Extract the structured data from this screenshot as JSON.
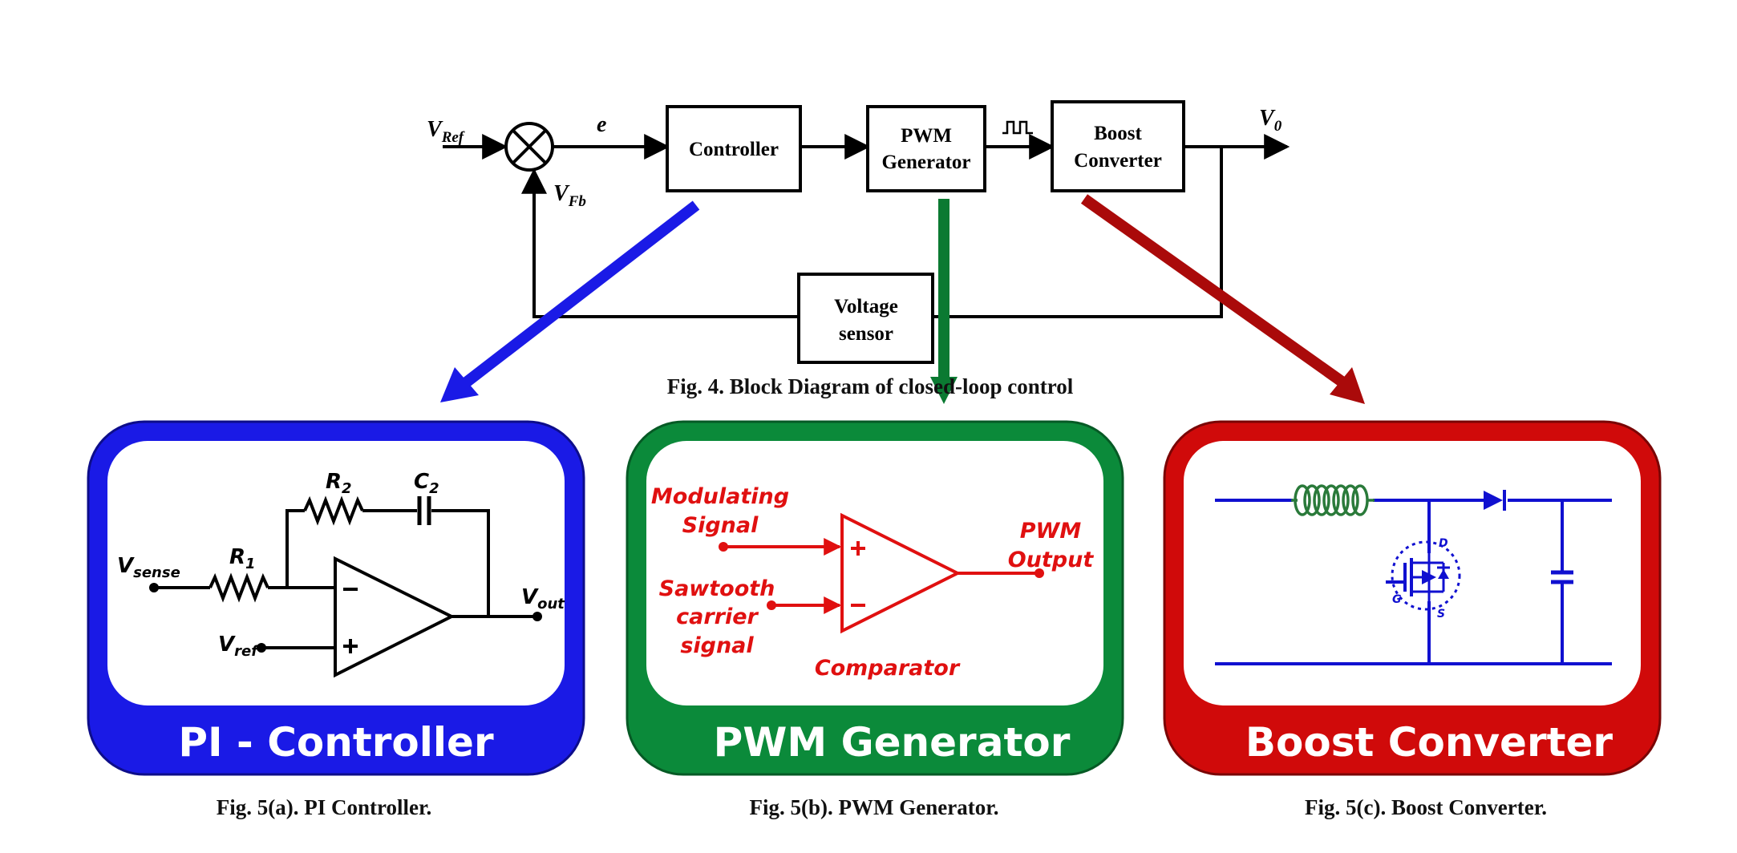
{
  "block_diagram": {
    "blocks": {
      "controller": "Controller",
      "pwm_line1": "PWM",
      "pwm_line2": "Generator",
      "boost_line1": "Boost",
      "boost_line2": "Converter",
      "sensor_line1": "Voltage",
      "sensor_line2": "sensor"
    },
    "signals": {
      "vref_main": "V",
      "vref_sub": "Ref",
      "error": "e",
      "vfb_main": "V",
      "vfb_sub": "Fb",
      "vout_main": "V",
      "vout_sub": "0"
    },
    "caption": "Fig. 4.  Block Diagram of closed-loop control"
  },
  "panels": [
    {
      "title": "PI - Controller",
      "color": "#1a1ae6",
      "caption": "Fig. 5(a). PI Controller.",
      "labels": {
        "r2_main": "R",
        "r2_sub": "2",
        "c2_main": "C",
        "c2_sub": "2",
        "r1_main": "R",
        "r1_sub": "1",
        "vsense_main": "V",
        "vsense_sub": "sense",
        "vout_main": "V",
        "vout_sub": "out",
        "vref_main": "V",
        "vref_sub": "ref"
      }
    },
    {
      "title": "PWM Generator",
      "color": "#0b8a3a",
      "caption": "Fig. 5(b). PWM Generator.",
      "labels": {
        "mod_line1": "Modulating",
        "mod_line2": "Signal",
        "saw_line1": "Sawtooth",
        "saw_line2": "carrier",
        "saw_line3": "signal",
        "out_line1": "PWM",
        "out_line2": "Output",
        "comparator": "Comparator"
      }
    },
    {
      "title": "Boost Converter",
      "color": "#d00a0a",
      "caption": "Fig. 5(c). Boost Converter.",
      "labels": {
        "drain": "D",
        "gate": "G",
        "source": "S"
      }
    }
  ],
  "colors": {
    "blue_arrow": "#1a1ae6",
    "green_arrow": "#0b7a32",
    "red_arrow": "#aa0a0a",
    "pwm_red": "#e01010",
    "boost_blue": "#1010d0",
    "inductor_green": "#2a7a3a"
  }
}
